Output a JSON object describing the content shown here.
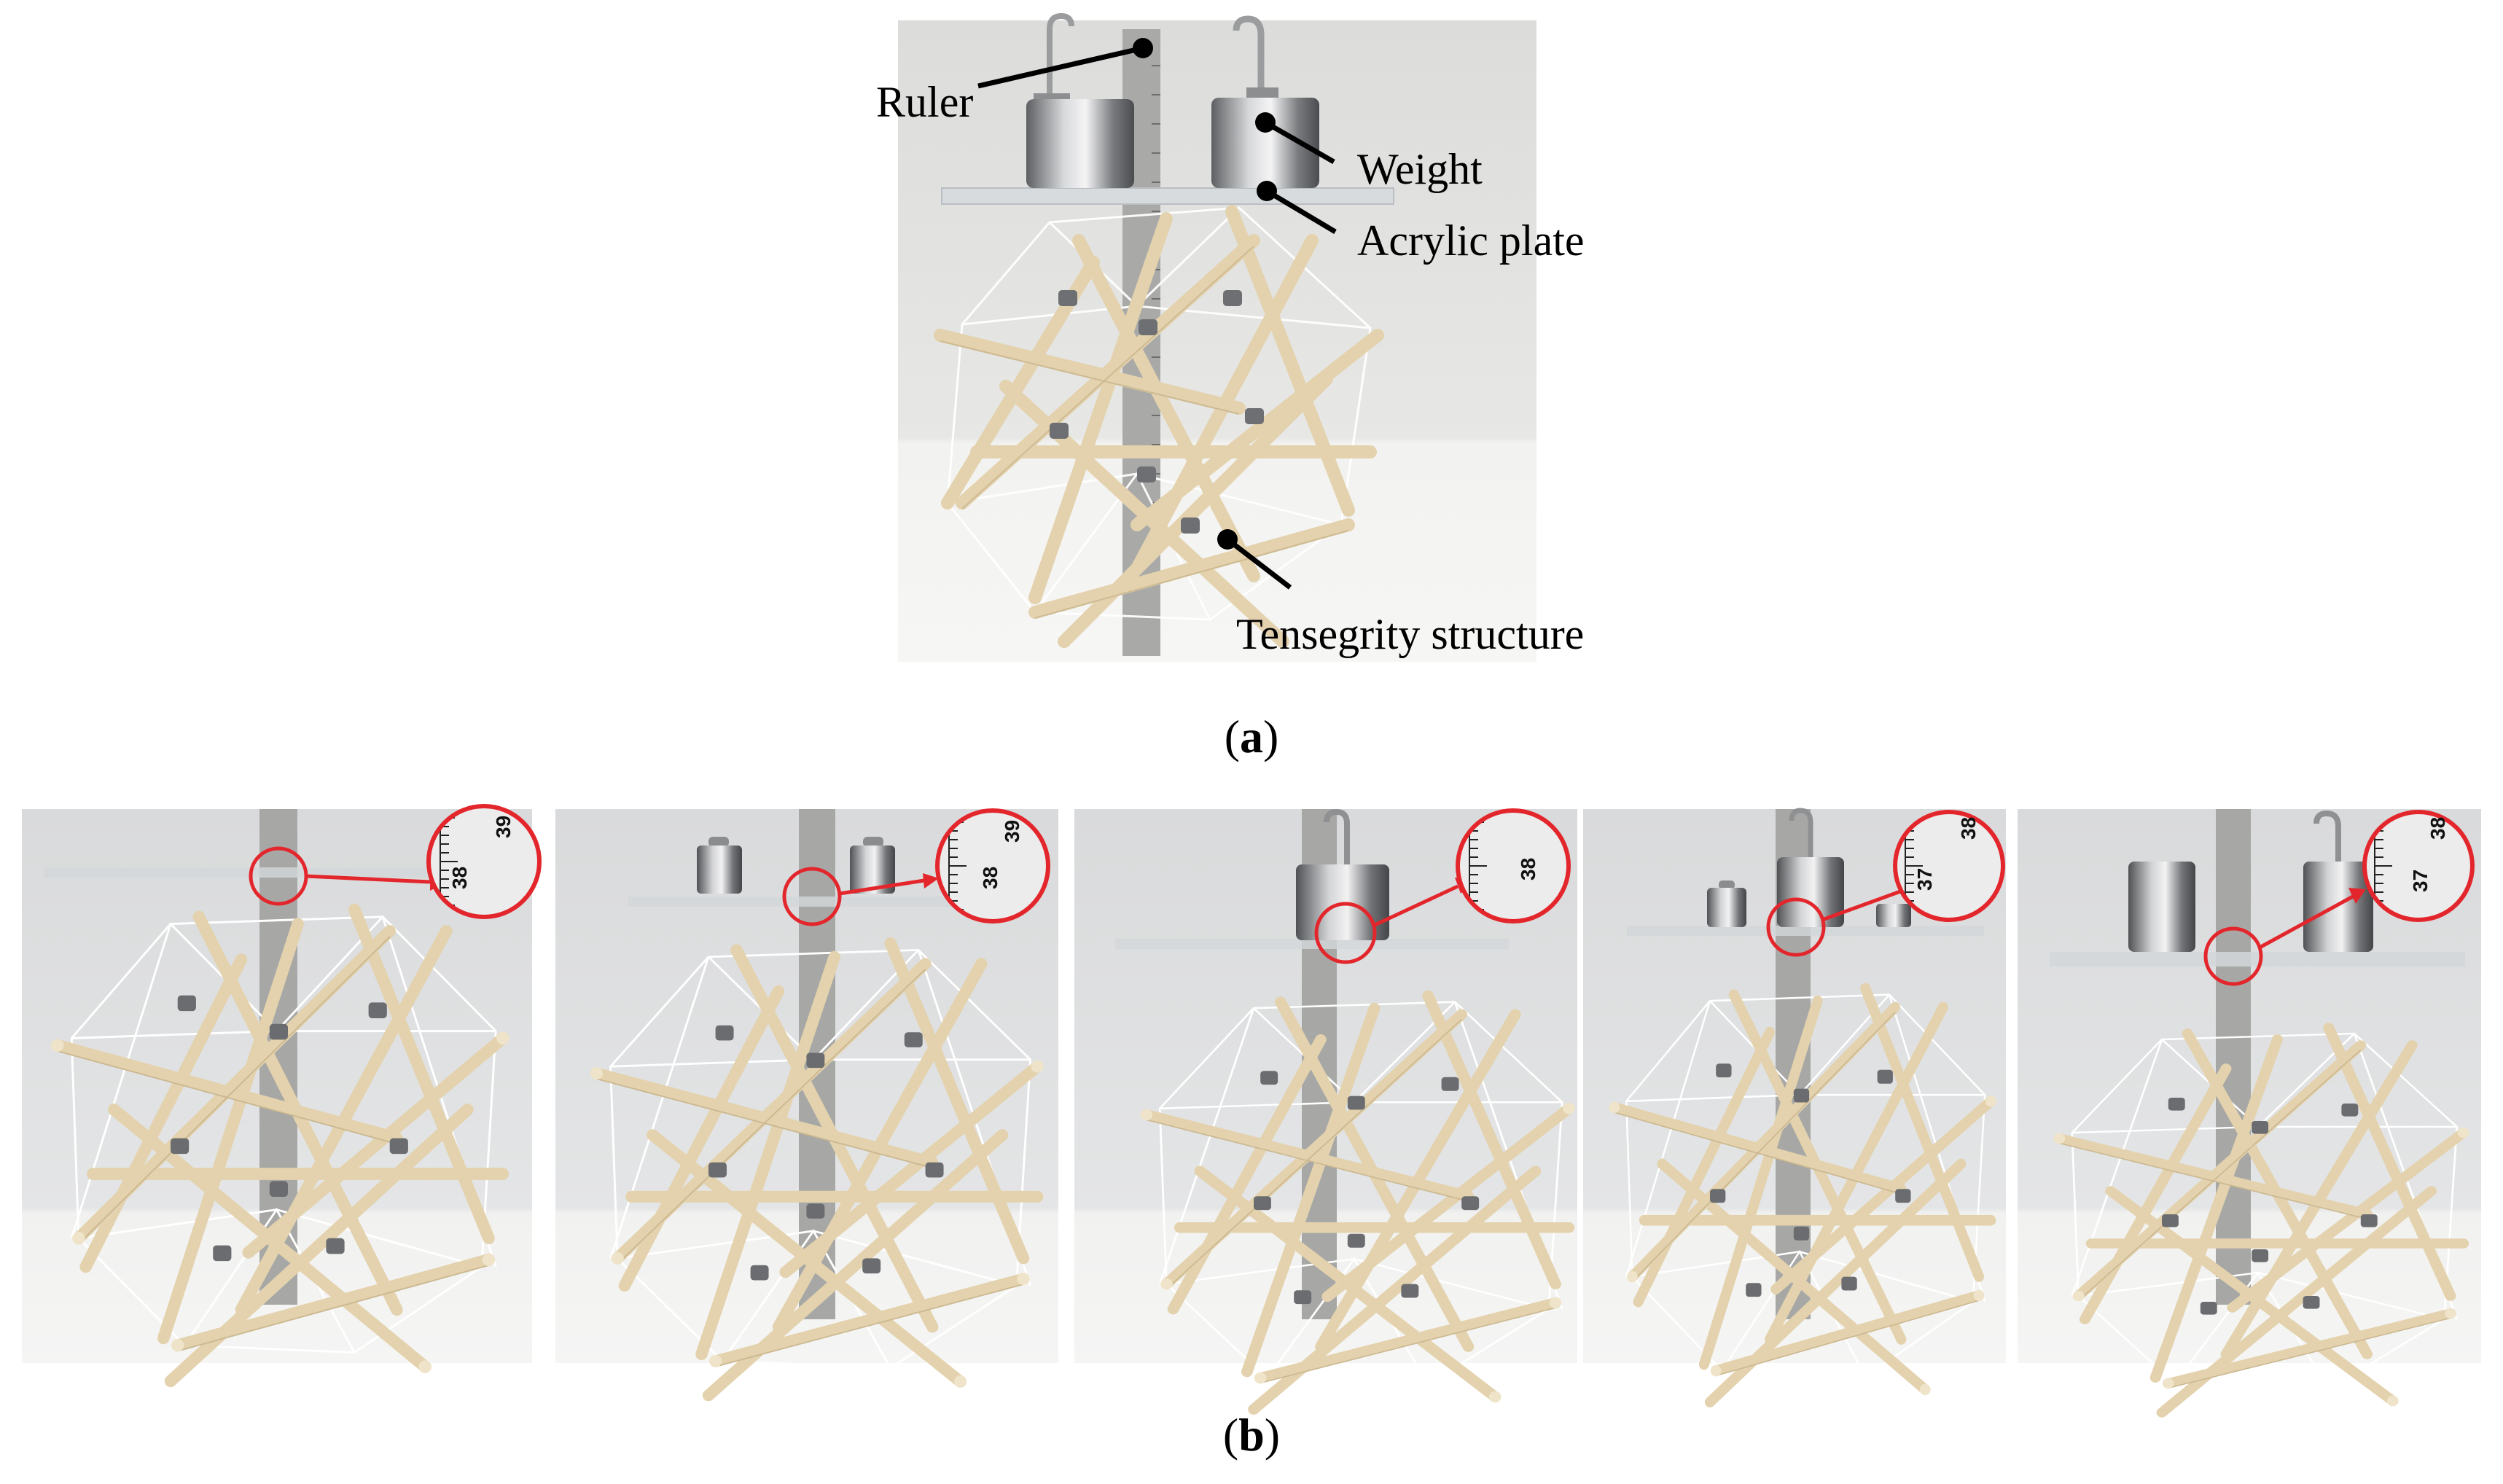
{
  "figure_a": {
    "labels": {
      "ruler": "Ruler",
      "weight": "Weight",
      "acrylic_plate": "Acrylic plate",
      "tensegrity_structure": "Tensegrity structure"
    },
    "caption_open": "(",
    "caption_letter": "a",
    "caption_close": ")"
  },
  "figure_b": {
    "caption_open": "(",
    "caption_letter": "b",
    "caption_close": ")",
    "panels": [
      {
        "zoom_top": "39",
        "zoom_bottom": "38"
      },
      {
        "zoom_top": "39",
        "zoom_bottom": "38"
      },
      {
        "zoom_top": "",
        "zoom_bottom": "38"
      },
      {
        "zoom_top": "38",
        "zoom_bottom": "37"
      },
      {
        "zoom_top": "38",
        "zoom_bottom": "37"
      }
    ]
  },
  "colors": {
    "background_photo": "#e3e3e1",
    "floor": "#f1f1ef",
    "strut": "#e3d2ad",
    "strut_edge": "#b9a47a",
    "ruler": "#a9aaa8",
    "weight_metal": "#8c8e90",
    "callout_red": "#e3262c"
  }
}
